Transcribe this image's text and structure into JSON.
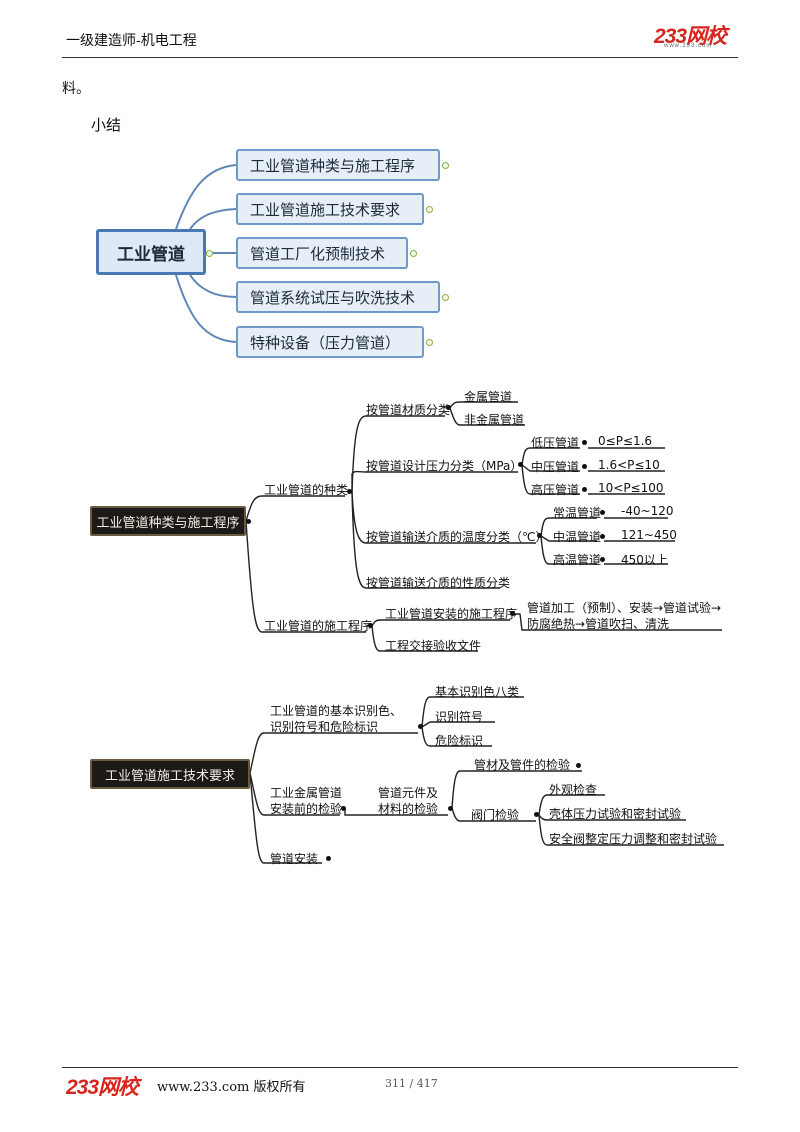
{
  "header": {
    "title": "一级建造师-机电工程",
    "logo": "233网校",
    "logo_sub": "www.233.com"
  },
  "text": {
    "para_end": "料。",
    "summary_title": "小结"
  },
  "mindmap1": {
    "center": "工业管道",
    "nodes": [
      "工业管道种类与施工程序",
      "工业管道施工技术要求",
      "管道工厂化预制技术",
      "管道系统试压与吹洗技术",
      "特种设备（压力管道）"
    ]
  },
  "mindmap2": {
    "root": "工业管道种类与施工程序",
    "types": "工业管道的种类",
    "by_material": "按管道材质分类",
    "metal": "金属管道",
    "nonmetal": "非金属管道",
    "by_pressure": "按管道设计压力分类（MPa）",
    "low": "低压管道",
    "low_v": "0≤P≤1.6",
    "mid": "中压管道",
    "mid_v": "1.6<P≤10",
    "high": "高压管道",
    "high_v": "10<P≤100",
    "by_temp": "按管道输送介质的温度分类（℃）",
    "t_normal": "常温管道",
    "t_normal_v": "-40~120",
    "t_mid": "中温管道",
    "t_mid_v": "121~450",
    "t_high": "高温管道",
    "t_high_v": "450以上",
    "by_nature": "按管道输送介质的性质分类",
    "procedure": "工业管道的施工程序",
    "install_proc": "工业管道安装的施工程序",
    "install_steps_1": "管道加工（预制）、安装→管道试验→",
    "install_steps_2": "防腐绝热→管道吹扫、清洗",
    "handover": "工程交接验收文件"
  },
  "mindmap3": {
    "root": "工业管道施工技术要求",
    "ident_1": "工业管道的基本识别色、",
    "ident_2": "识别符号和危险标识",
    "color8": "基本识别色八类",
    "symbol": "识别符号",
    "danger": "危险标识",
    "pre_1": "工业金属管道",
    "pre_2": "安装前的检验",
    "parts_1": "管道元件及",
    "parts_2": "材料的检验",
    "material_check": "管材及管件的检验",
    "valve_check": "阀门检验",
    "appearance": "外观检查",
    "shell": "壳体压力试验和密封试验",
    "safety_valve": "安全阀整定压力调整和密封试验",
    "install": "管道安装"
  },
  "footer": {
    "logo": "233网校",
    "url": "www.233.com 版权所有",
    "page": "311 / 417"
  }
}
